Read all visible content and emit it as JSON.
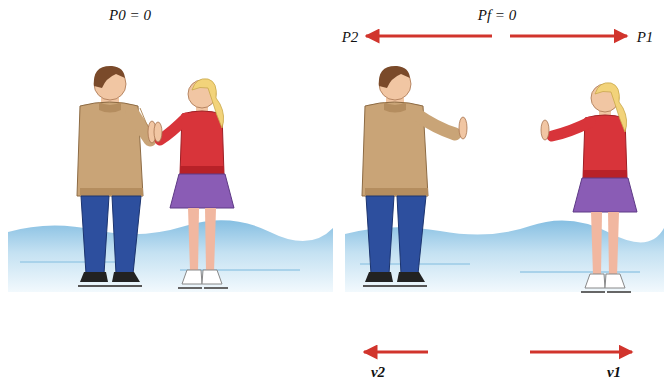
{
  "diagram": {
    "labels": [
      "P0 = 0",
      "Pf = 0",
      "P2",
      "P1",
      "v2",
      "v1"
    ]
  }
}
